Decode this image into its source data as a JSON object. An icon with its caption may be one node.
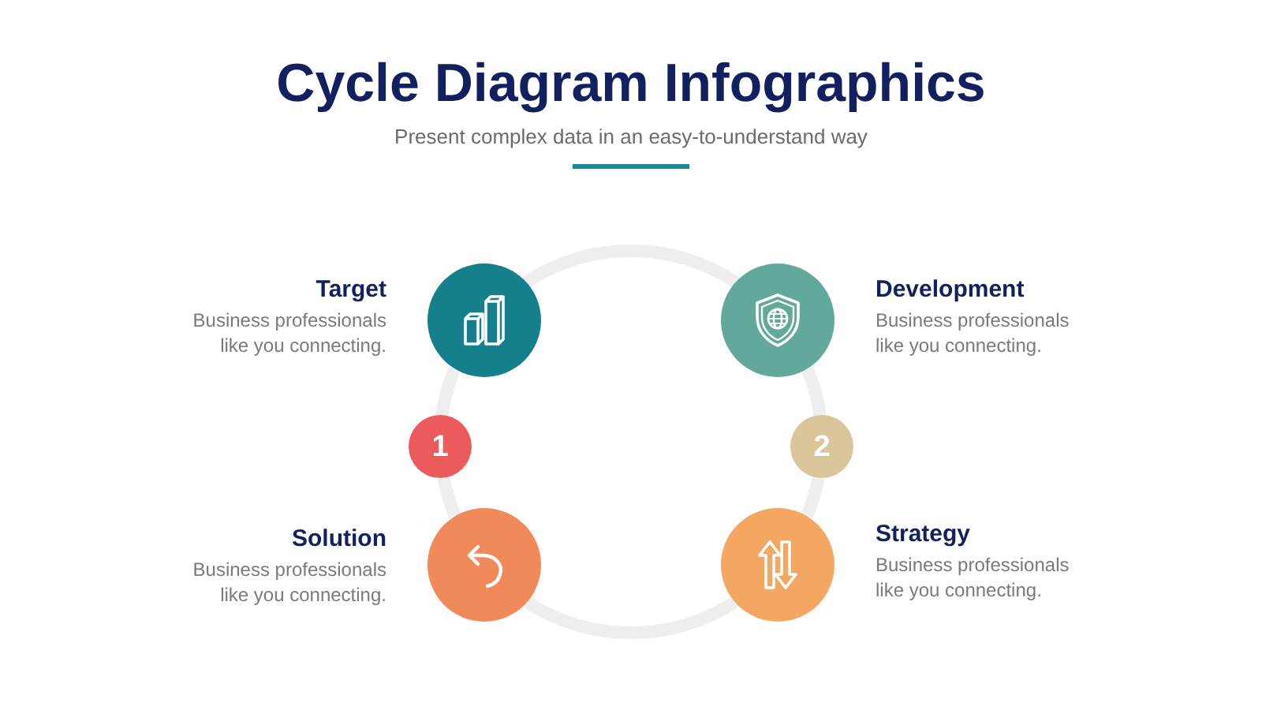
{
  "diagram": {
    "title": "Cycle Diagram Infographics",
    "nodes": [
      {
        "text": [],
        "shape": "circle",
        "beside": [
          "Target",
          "Business professionals like you connecting."
        ]
      },
      {
        "text": [],
        "shape": "circle",
        "beside": [
          "Development",
          "Business professionals like you connecting."
        ]
      },
      {
        "text": [
          "1"
        ]
      },
      {
        "text": [
          "2"
        ]
      },
      {
        "text": [],
        "shape": "circle",
        "beside": [
          "Solution",
          "Business professionals like you connecting."
        ]
      },
      {
        "text": [],
        "shape": "circle",
        "beside": [
          "Strategy",
          "Business professionals like you connecting."
        ]
      }
    ],
    "edges": [
      {
        "from": 0,
        "to": 2,
        "arrow": "none"
      },
      {
        "from": 2,
        "to": 4,
        "arrow": "none"
      },
      {
        "from": 4,
        "to": 5,
        "arrow": "none"
      },
      {
        "from": 5,
        "to": 3,
        "arrow": "none"
      },
      {
        "from": 3,
        "to": 1,
        "arrow": "none"
      },
      {
        "from": 1,
        "to": 0,
        "arrow": "none"
      }
    ],
    "labels": [
      "Present complex data in an easy-to-understand way"
    ]
  }
}
